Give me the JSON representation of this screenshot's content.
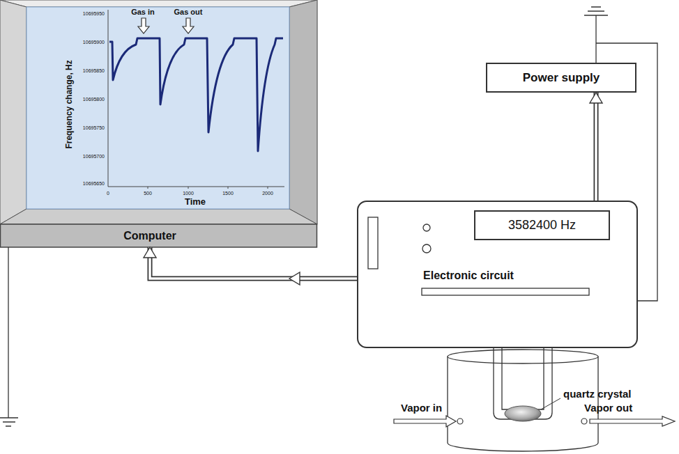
{
  "diagram": {
    "nodes": [
      {
        "text": [
          "Computer"
        ]
      },
      {
        "text": [
          "Power supply"
        ]
      },
      {
        "text": [
          "Electronic circuit"
        ]
      },
      {
        "text": [
          "3582400 Hz"
        ],
        "in": 2
      }
    ],
    "edges": [
      {
        "from": 2,
        "to": 0,
        "arrow": "to"
      },
      {
        "from": 2,
        "to": 1,
        "arrow": "to"
      }
    ],
    "labels": [
      "Gas in",
      "Gas out",
      "Frequency change, Hz",
      "Time",
      "10695950",
      "10695900",
      "10695850",
      "10695800",
      "10695750",
      "10695700",
      "10695650",
      "0",
      "500",
      "1000",
      "1500",
      "2000",
      "quartz crystal",
      "Vapor in",
      "Vapor out"
    ]
  }
}
